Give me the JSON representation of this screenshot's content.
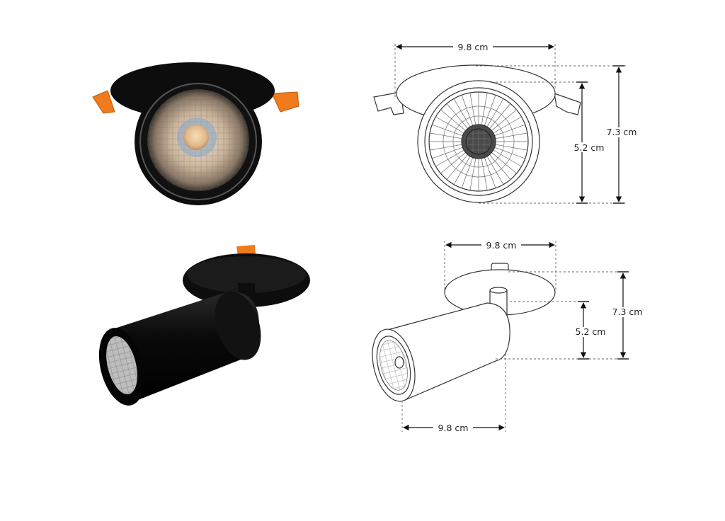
{
  "top_view": {
    "width_label": "9.8 cm",
    "inner_height_label": "5.2 cm",
    "total_height_label": "7.3 cm"
  },
  "side_view": {
    "top_width_label": "9.8 cm",
    "inner_height_label": "5.2 cm",
    "total_height_label": "7.3 cm",
    "bottom_width_label": "9.8 cm"
  },
  "colors": {
    "fixture_body": "#0d0d0d",
    "spring_clip": "#f07a1c",
    "led_chip": "#e3b98a",
    "line_art": "#333333",
    "dimension_line": "#111111"
  }
}
